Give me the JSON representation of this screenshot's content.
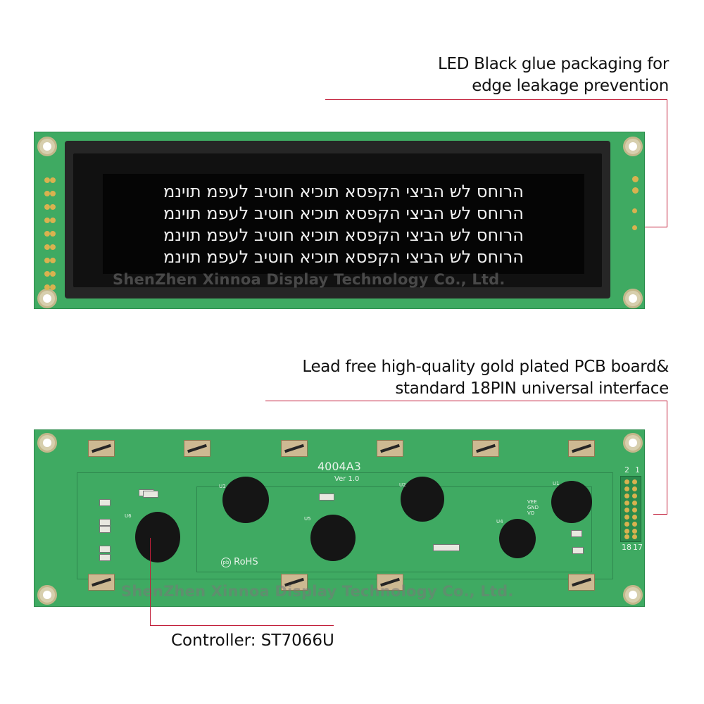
{
  "captions": {
    "top_line1": "LED Black glue packaging for",
    "top_line2": "edge leakage prevention",
    "mid_line1": "Lead free high-quality gold plated PCB board&",
    "mid_line2": "standard 18PIN universal interface",
    "bottom": "Controller: ST7066U"
  },
  "lcd": {
    "lines": [
      "הרוחס לש הביצי הקפסא תוכיא חוטיב לעפמ תוינמ",
      "הרוחס לש הביצי הקפסא תוכיא חוטיב לעפמ תוינמ",
      "הרוחס לש הביצי הקפסא תוכיא חוטיב לעפמ תוינמ",
      "הרוחס לש הביצי הקפסא תוכיא חוטיב לעפמ תוינמ"
    ]
  },
  "watermark": "ShenZhen Xinnoa Display Technology Co., Ltd.",
  "pcb_back": {
    "model": "4004A3",
    "version": "Ver 1.0",
    "rohs": "RoHS",
    "chips": [
      "U1",
      "U2",
      "U3",
      "U4",
      "U5",
      "U6"
    ],
    "header_labels": {
      "left": "2",
      "right": "1",
      "bottom_left": "18",
      "bottom_right": "17"
    },
    "power_labels": [
      "VEE",
      "GND",
      "VO"
    ]
  },
  "colors": {
    "pcb": "#3faa62",
    "leader": "#c21f3a",
    "lcd_bg": "#050505",
    "lcd_text": "#f2f2f2"
  }
}
